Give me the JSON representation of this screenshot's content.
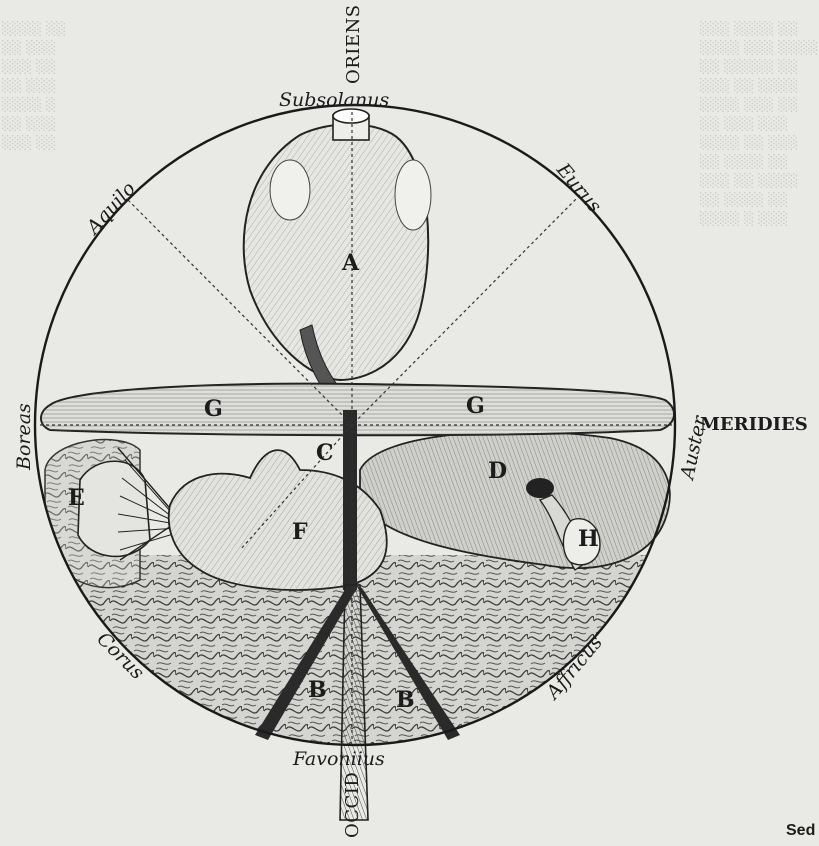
{
  "winds": {
    "subsolanus": "Subsolanus",
    "aquilo": "Aquilo",
    "eurus": "Eurus",
    "boreas": "Boreas",
    "auster": "Auster",
    "corus": "Corus",
    "affricus": "Affricus",
    "favonius": "Favoniius"
  },
  "cardinal": {
    "oriens": "ORIENS",
    "meridies": "MERIDIES",
    "occidens": "OCCID"
  },
  "letters": {
    "a": "A",
    "g_left": "G",
    "g_right": "G",
    "c": "C",
    "d": "D",
    "e": "E",
    "f": "F",
    "h": "H",
    "b_left": "B",
    "b_right": "B"
  },
  "edge_fragment": "Sed"
}
